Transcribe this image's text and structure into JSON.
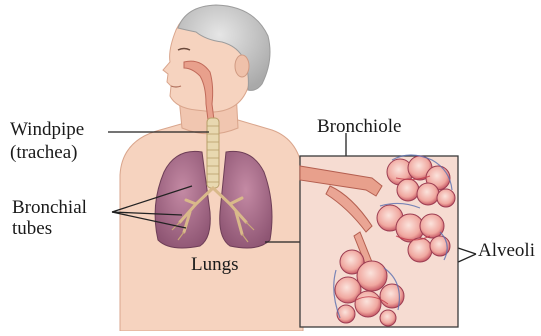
{
  "labels": {
    "windpipe_line1": "Windpipe",
    "windpipe_line2": "(trachea)",
    "bronchial_line1": "Bronchial",
    "bronchial_line2": "tubes",
    "lungs": "Lungs",
    "bronchiole": "Bronchiole",
    "alveoli": "Alveoli"
  },
  "colors": {
    "skin": "#f6d3bf",
    "skin_shadow": "#e8b59c",
    "hair": "#c9c9c9",
    "lung": "#a86a88",
    "lung_dark": "#8e5573",
    "trachea": "#e8d8b0",
    "airway": "#e8a08c",
    "inset_bg": "#f3c9b8",
    "inset_border": "#3a3a3a",
    "alveoli_wall": "#e07c7c",
    "alveoli_dark": "#b0485a",
    "capillary_blue": "#5a6fb0",
    "leader_line": "#222222"
  }
}
